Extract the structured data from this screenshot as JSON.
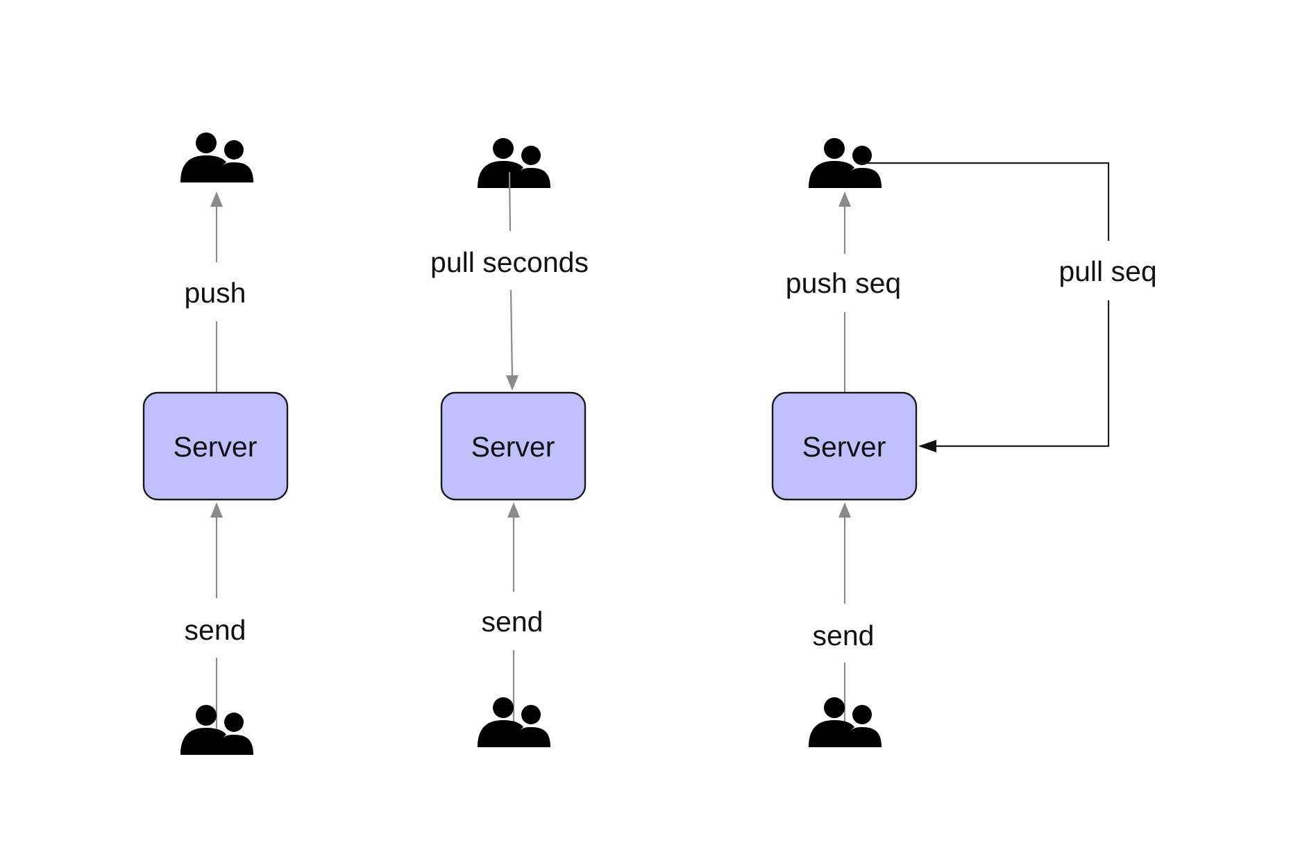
{
  "columns": [
    {
      "server": {
        "label": "Server"
      },
      "top_edge": {
        "label": "push",
        "direction": "up"
      },
      "bottom_edge": {
        "label": "send"
      }
    },
    {
      "server": {
        "label": "Server"
      },
      "top_edge": {
        "label": "pull seconds",
        "direction": "down"
      },
      "bottom_edge": {
        "label": "send"
      }
    },
    {
      "server": {
        "label": "Server"
      },
      "top_edge": {
        "label": "push seq",
        "direction": "up"
      },
      "bottom_edge": {
        "label": "send"
      },
      "side_edge": {
        "label": "pull seq"
      }
    }
  ],
  "icons": {
    "users": "users-icon"
  },
  "colors": {
    "server_fill": "#c0c0ff",
    "server_border": "#1a1a1a",
    "edge": "#8a8a8a",
    "edge_dark": "#1a1a1a",
    "icon": "#000000"
  }
}
